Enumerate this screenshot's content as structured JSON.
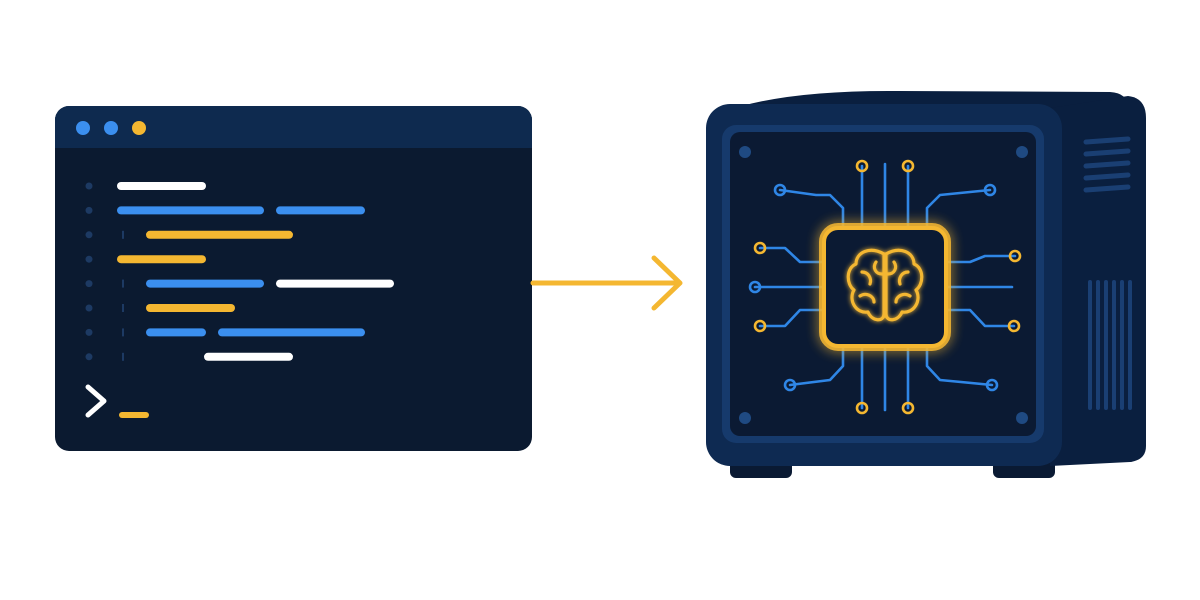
{
  "palette": {
    "background": "#ffffff",
    "terminal_body": "#0b1a30",
    "terminal_titlebar": "#0e2a4f",
    "gutter_dot": "#1d3a63",
    "code_white": "#ffffff",
    "code_blue": "#3b8fef",
    "code_yellow": "#f4b731",
    "arrow": "#f4b731",
    "device_body": "#0e2a52",
    "device_side": "#0a1f3f",
    "device_face": "#0b1a33",
    "device_frame": "#163a6c",
    "circuit_blue": "#2f86e6",
    "chip_glow": "#f4b731"
  },
  "terminal": {
    "window_dots": [
      "#3b8fef",
      "#3b8fef",
      "#f4b731"
    ],
    "code_lines": [
      {
        "segments": [
          {
            "color": "white",
            "indent": 0,
            "length": 3
          }
        ]
      },
      {
        "segments": [
          {
            "color": "blue",
            "indent": 0,
            "length": 5
          },
          {
            "color": "blue",
            "indent": 0,
            "length": 3
          }
        ]
      },
      {
        "segments": [
          {
            "color": "yellow",
            "indent": 1,
            "length": 5
          }
        ]
      },
      {
        "segments": [
          {
            "color": "yellow",
            "indent": 0,
            "length": 3
          }
        ]
      },
      {
        "segments": [
          {
            "color": "blue",
            "indent": 1,
            "length": 4
          },
          {
            "color": "white",
            "indent": 0,
            "length": 4
          }
        ]
      },
      {
        "segments": [
          {
            "color": "yellow",
            "indent": 1,
            "length": 3
          }
        ]
      },
      {
        "segments": [
          {
            "color": "blue",
            "indent": 1,
            "length": 2
          },
          {
            "color": "blue",
            "indent": 0,
            "length": 5
          }
        ]
      },
      {
        "segments": [
          {
            "color": "white",
            "indent": 3,
            "length": 3
          }
        ]
      }
    ],
    "prompt_icon": "chevron-right-icon",
    "cursor_icon": "underscore-cursor-icon"
  },
  "connector": {
    "icon": "arrow-right-icon"
  },
  "device": {
    "chip_icon": "brain-icon",
    "vent_icon": "vent-slots-icon"
  }
}
